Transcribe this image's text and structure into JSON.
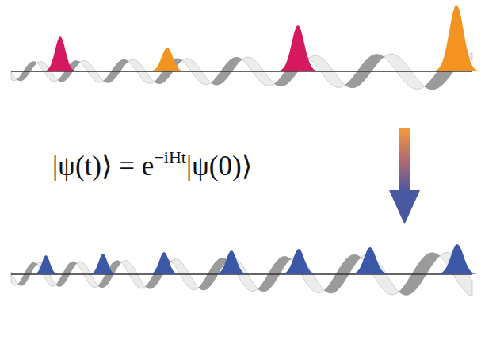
{
  "diagram": {
    "labels": [
      "|ψ(t)⟩ = e",
      "−iHt",
      "|ψ(0)⟩"
    ]
  }
}
